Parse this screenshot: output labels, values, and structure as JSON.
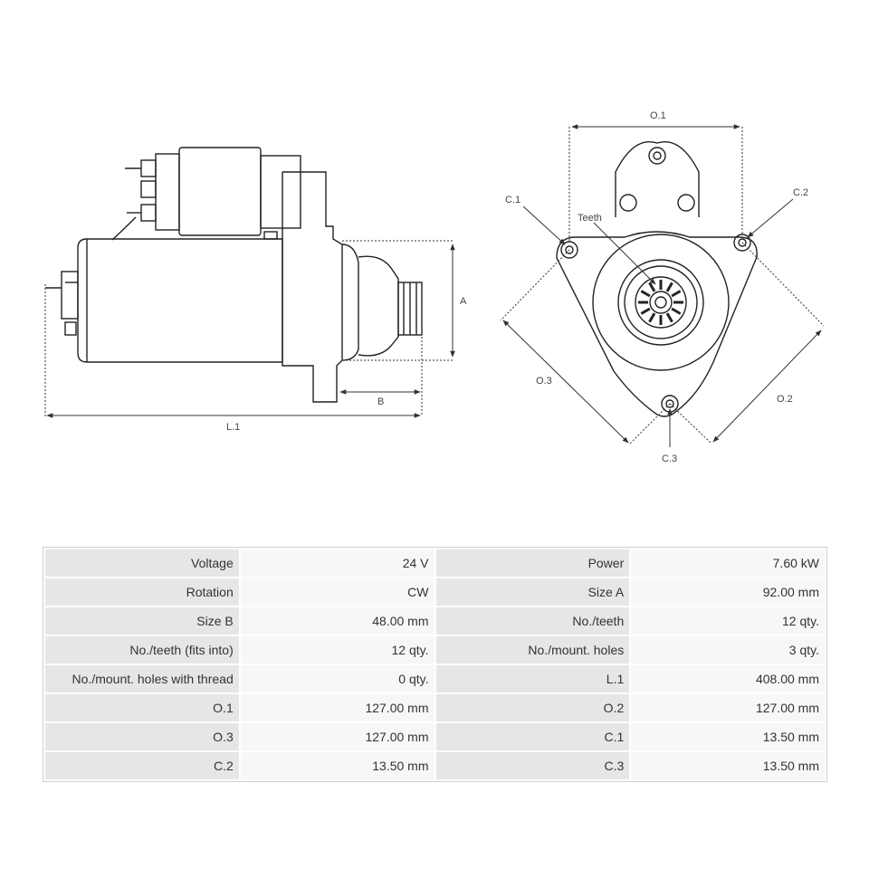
{
  "diagram": {
    "labels": {
      "A": "A",
      "B": "B",
      "L1": "L.1",
      "O1": "O.1",
      "O2": "O.2",
      "O3": "O.3",
      "C1": "C.1",
      "C2": "C.2",
      "C3": "C.3",
      "teeth": "Teeth"
    }
  },
  "specs": [
    {
      "k1": "Voltage",
      "v1": "24 V",
      "k2": "Power",
      "v2": "7.60 kW"
    },
    {
      "k1": "Rotation",
      "v1": "CW",
      "k2": "Size A",
      "v2": "92.00 mm"
    },
    {
      "k1": "Size B",
      "v1": "48.00 mm",
      "k2": "No./teeth",
      "v2": "12 qty."
    },
    {
      "k1": "No./teeth (fits into)",
      "v1": "12 qty.",
      "k2": "No./mount. holes",
      "v2": "3 qty."
    },
    {
      "k1": "No./mount. holes with thread",
      "v1": "0 qty.",
      "k2": "L.1",
      "v2": "408.00 mm"
    },
    {
      "k1": "O.1",
      "v1": "127.00 mm",
      "k2": "O.2",
      "v2": "127.00 mm"
    },
    {
      "k1": "O.3",
      "v1": "127.00 mm",
      "k2": "C.1",
      "v2": "13.50 mm"
    },
    {
      "k1": "C.2",
      "v1": "13.50 mm",
      "k2": "C.3",
      "v2": "13.50 mm"
    }
  ]
}
